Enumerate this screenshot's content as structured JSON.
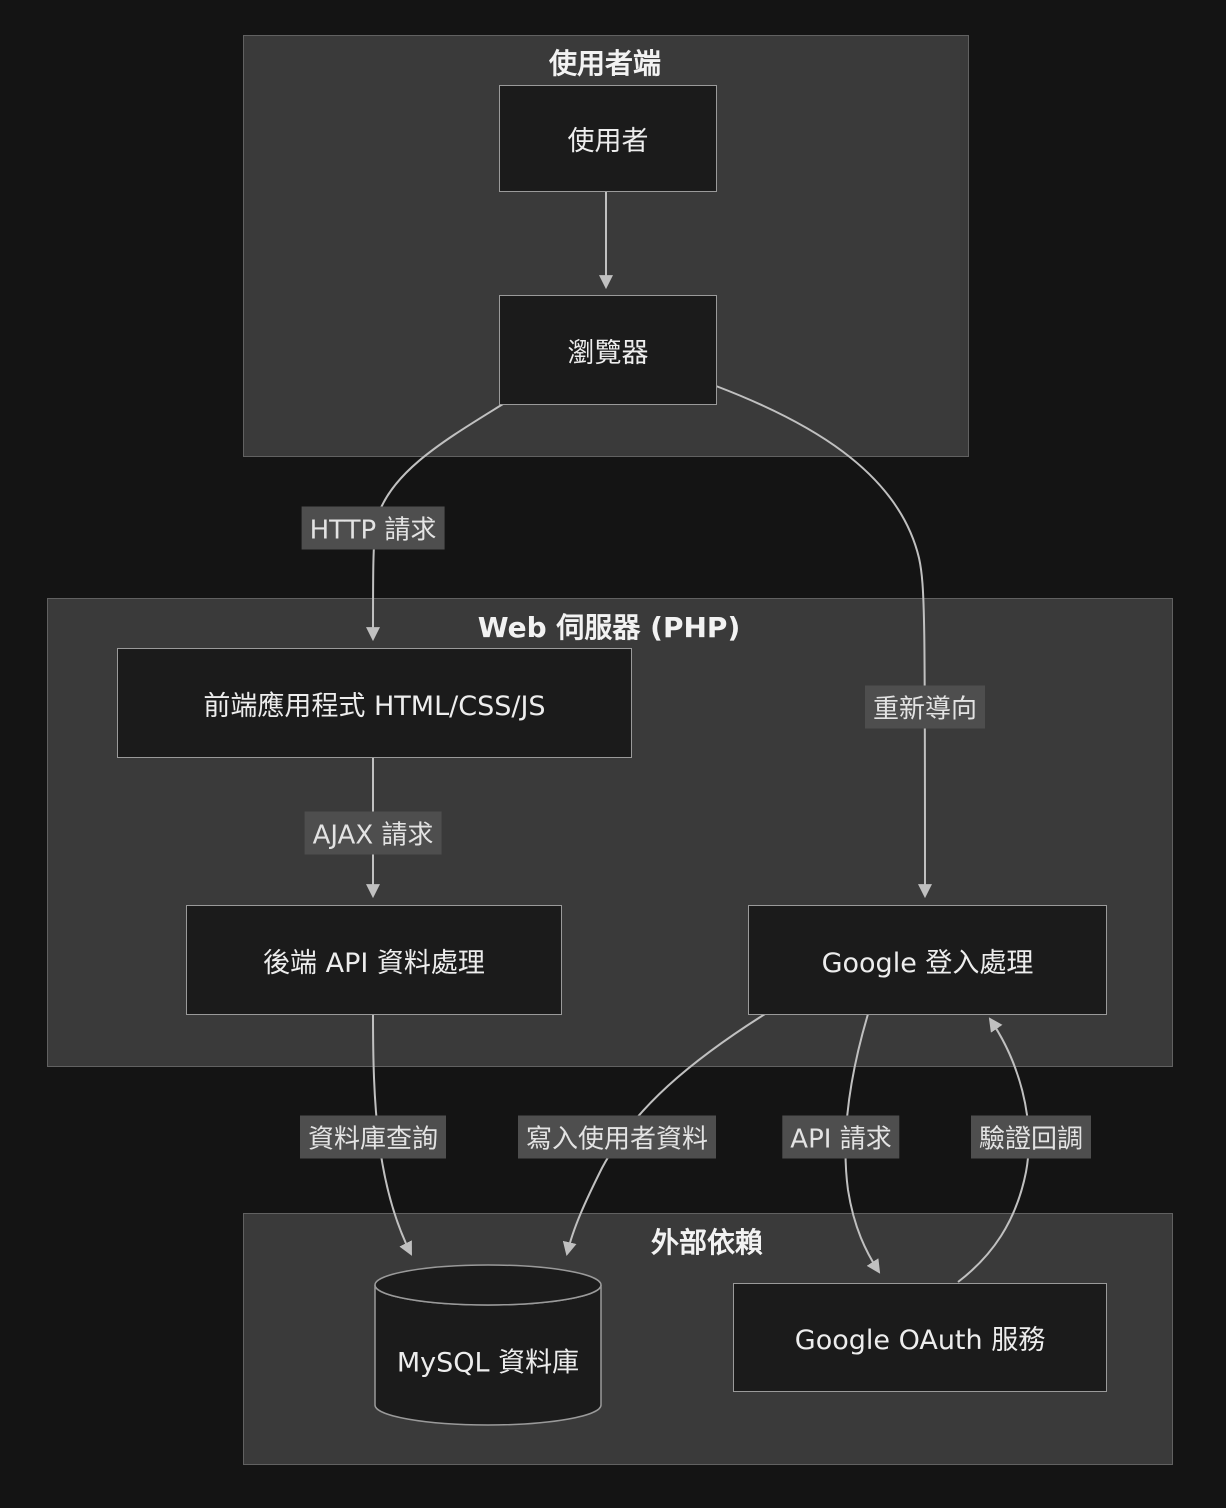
{
  "clusters": {
    "client": {
      "title": "使用者端"
    },
    "server": {
      "title": "Web 伺服器 (PHP)"
    },
    "external": {
      "title": "外部依賴"
    }
  },
  "nodes": {
    "user": {
      "label": "使用者"
    },
    "browser": {
      "label": "瀏覽器"
    },
    "frontend": {
      "label": "前端應用程式 HTML/CSS/JS"
    },
    "backend": {
      "label": "後端 API 資料處理"
    },
    "google_login": {
      "label": "Google 登入處理"
    },
    "mysql_db": {
      "label": "MySQL 資料庫"
    },
    "google_oauth": {
      "label": "Google OAuth 服務"
    }
  },
  "edge_labels": {
    "http_request": "HTTP 請求",
    "redirect": "重新導向",
    "ajax_request": "AJAX 請求",
    "db_query": "資料庫查詢",
    "write_user_data": "寫入使用者資料",
    "api_request": "API 請求",
    "auth_callback": "驗證回調"
  },
  "colors": {
    "background": "#141414",
    "cluster_fill": "#3a3a3a",
    "cluster_border": "#616161",
    "node_fill": "#1b1b1b",
    "node_border": "#9a9a9a",
    "edge": "#c0c0c0",
    "edge_label_bg": "#4e4e4e",
    "text": "#ededed"
  }
}
